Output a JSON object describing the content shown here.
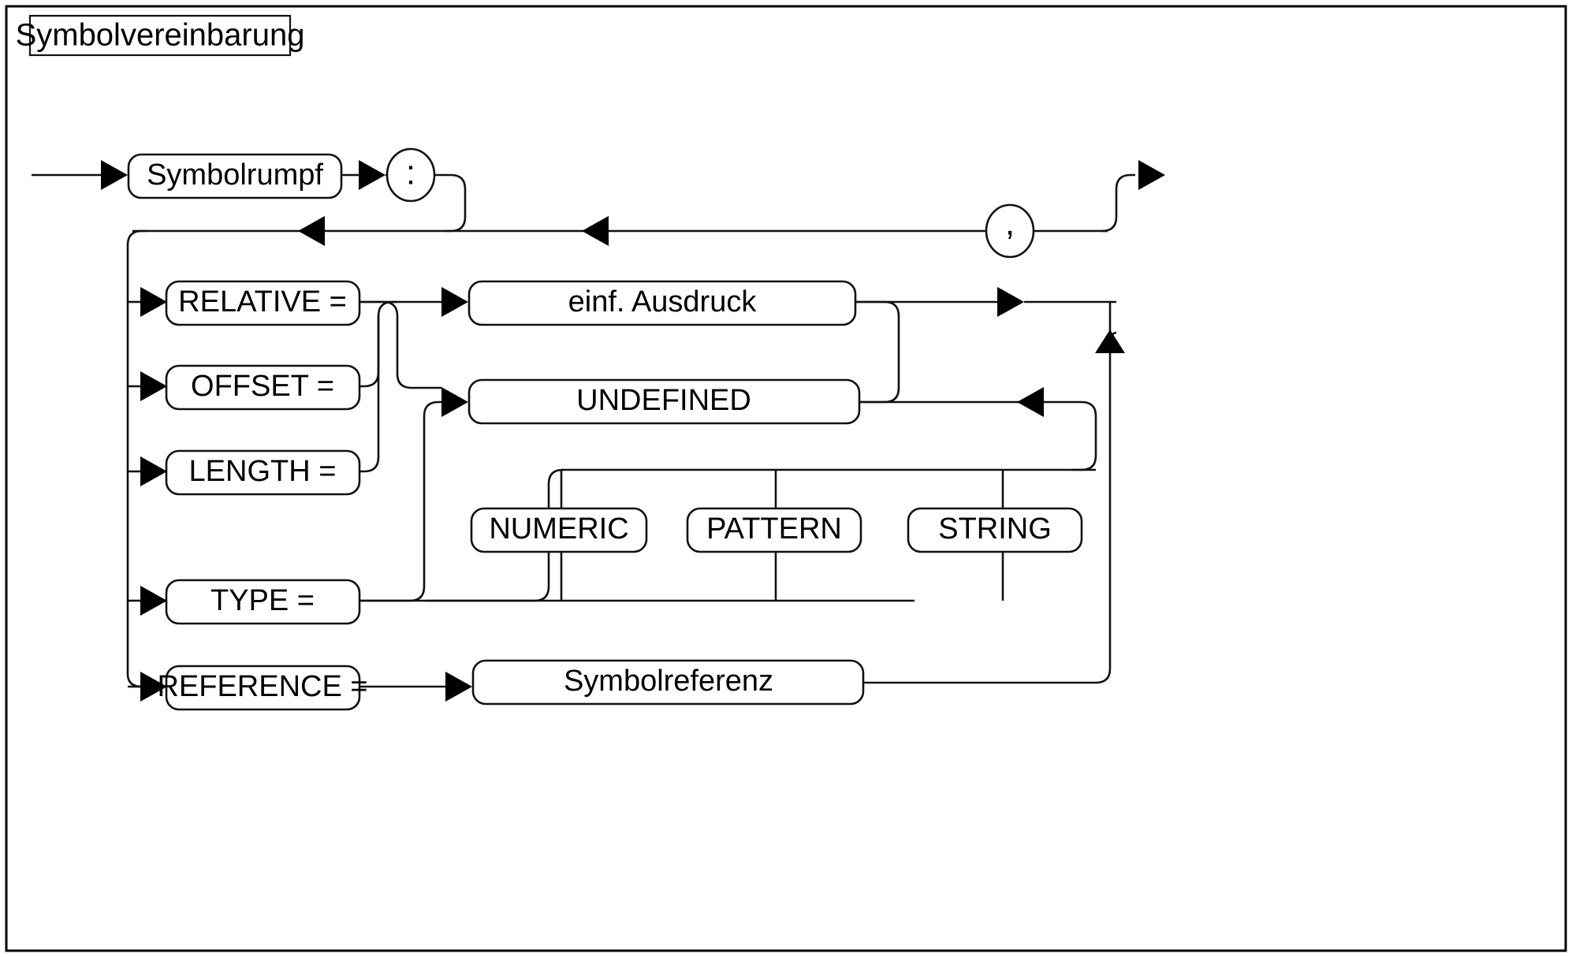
{
  "diagram": {
    "kind": "syntax-railroad-diagram",
    "title": "Symbolvereinbarung",
    "language": "de",
    "colors": {
      "stroke": "#111111",
      "background": "#ffffff",
      "frame": "#000000"
    },
    "nodes": {
      "symbolrumpf": "Symbolrumpf",
      "colon": ":",
      "relative": "RELATIVE =",
      "offset": "OFFSET =",
      "length": "LENGTH =",
      "type": "TYPE =",
      "reference": "REFERENCE =",
      "einf_ausdruck": "einf. Ausdruck",
      "undefined": "UNDEFINED",
      "numeric": "NUMERIC",
      "pattern": "PATTERN",
      "string": "STRING",
      "symbolreferenz": "Symbolreferenz",
      "comma": ","
    },
    "sequence": [
      "Symbolrumpf",
      ":",
      "RELATIVE =",
      "OFFSET =",
      "LENGTH =",
      "TYPE =",
      "REFERENCE =",
      "einf. Ausdruck",
      "UNDEFINED",
      "NUMERIC",
      "PATTERN",
      "STRING",
      "Symbolreferenz",
      ","
    ],
    "attribute_keywords": [
      "RELATIVE =",
      "OFFSET =",
      "LENGTH =",
      "TYPE =",
      "REFERENCE ="
    ],
    "type_values": [
      "NUMERIC",
      "PATTERN",
      "STRING"
    ],
    "value_nonterminals": [
      "einf. Ausdruck",
      "UNDEFINED",
      "Symbolreferenz"
    ],
    "separator": ","
  }
}
